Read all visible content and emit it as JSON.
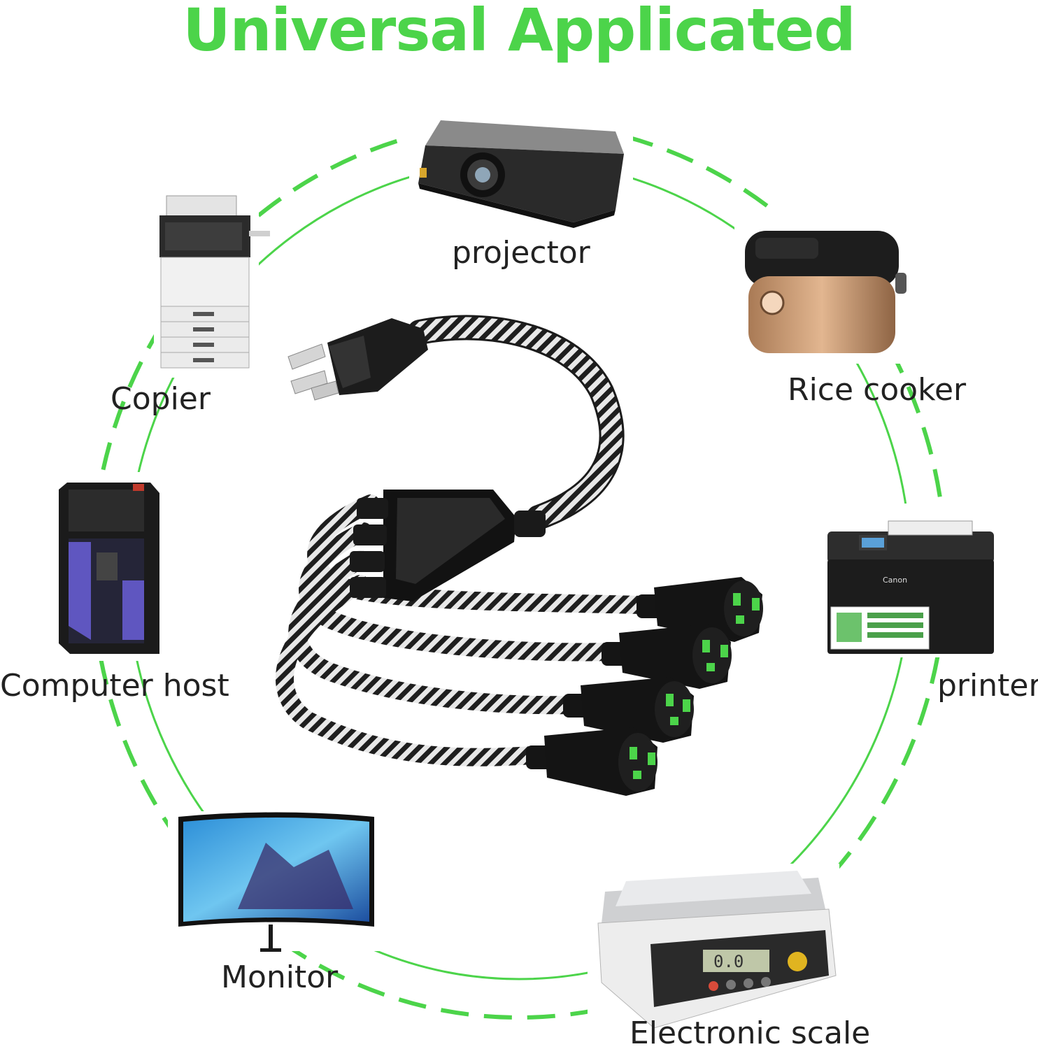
{
  "title": "Universal Applicated",
  "colors": {
    "accent_green": "#4cd44a",
    "cable_dark": "#1b1b1b",
    "cable_light": "#e6e6e6"
  },
  "devices": {
    "projector": {
      "label": "projector",
      "icon": "projector-icon"
    },
    "copier": {
      "label": "Copier",
      "icon": "copier-icon"
    },
    "rice_cooker": {
      "label": "Rice cooker",
      "icon": "rice-cooker-icon"
    },
    "computer_host": {
      "label": "Computer host",
      "icon": "computer-tower-icon"
    },
    "printer": {
      "label": "printer",
      "icon": "printer-icon",
      "brand": "Canon"
    },
    "monitor": {
      "label": "Monitor",
      "icon": "monitor-icon"
    },
    "electronic_scale": {
      "label": "Electronic scale",
      "icon": "scale-icon",
      "display": "0.0"
    }
  }
}
